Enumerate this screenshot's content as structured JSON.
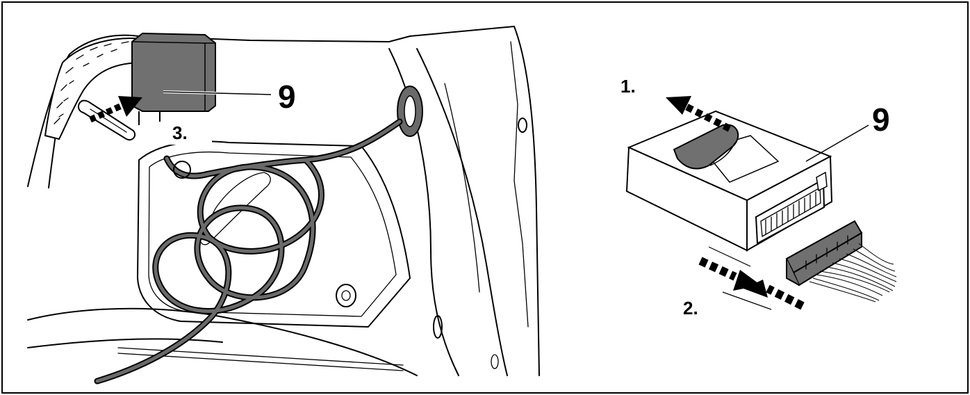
{
  "callouts": {
    "left_part_number": "9",
    "left_step": "3.",
    "right_part_number": "9",
    "right_step_1": "1.",
    "right_step_2": "2."
  },
  "colors": {
    "component_fill": "#707070",
    "cable": "#6a6a6a",
    "outline": "#000000",
    "background": "#ffffff"
  }
}
